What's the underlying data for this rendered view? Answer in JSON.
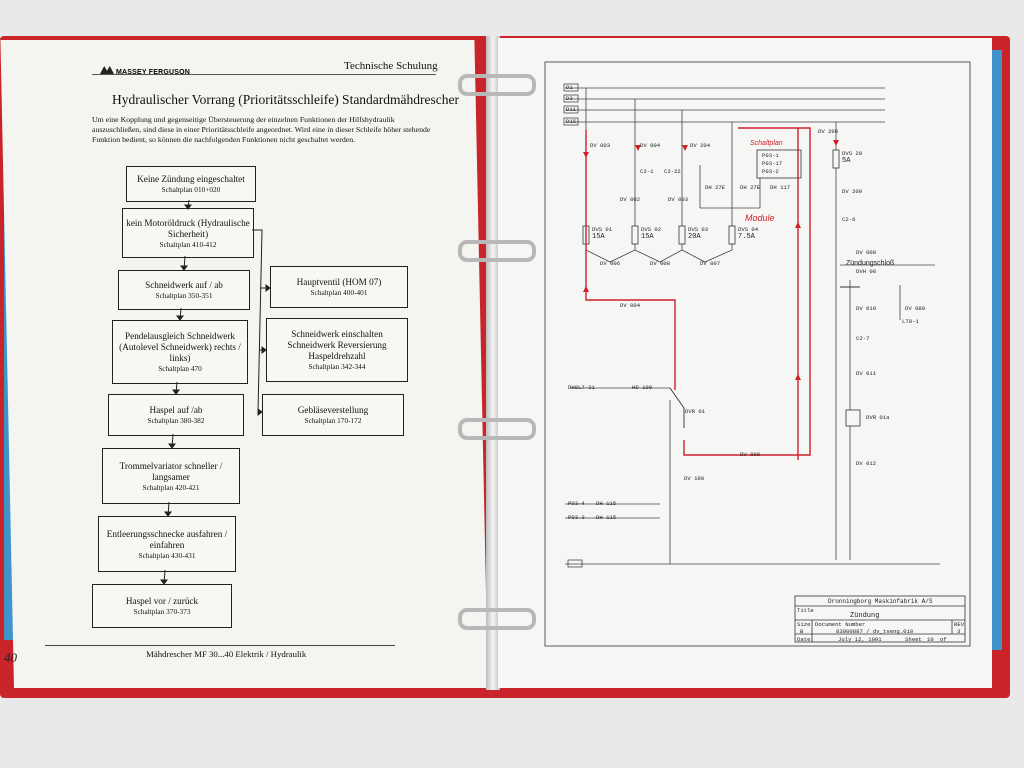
{
  "left_page": {
    "brand": "MASSEY FERGUSON",
    "section": "Technische Schulung",
    "title": "Hydraulischer Vorrang (Prioritätsschleife) Standardmähdrescher",
    "intro": "Um eine Kopplung und gegenseitige Übersteuerung der einzelnen Funktionen der Hilfshydraulik auszuschließen, sind diese in einer Prioritätsschleife angeordnet. Wird eine in dieser Schleife höher stehende Funktion bedient, so können die nachfolgenden Funktionen nicht geschaltet werden.",
    "flow_boxes": [
      {
        "title": "Keine Zündung eingeschaltet",
        "ref": "Schaltplan 010+020"
      },
      {
        "title": "kein Motoröldruck (Hydraulische Sicherheit)",
        "ref": "Schaltplan 410-412"
      },
      {
        "title": "Schneidwerk auf / ab",
        "ref": "Schaltplan 350-351"
      },
      {
        "title": "Pendelausgleich Schneidwerk (Autolevel Schneidwerk) rechts / links)",
        "ref": "Schaltplan 470"
      },
      {
        "title": "Haspel auf /ab",
        "ref": "Schaltplan 380-382"
      },
      {
        "title": "Trommelvariator schneller / langsamer",
        "ref": "Schaltplan 420-421"
      },
      {
        "title": "Entleerungsschnecke ausfahren / einfahren",
        "ref": "Schaltplan 430-431"
      },
      {
        "title": "Haspel vor / zurück",
        "ref": "Schaltplan 370-373"
      }
    ],
    "side_boxes": [
      {
        "title": "Hauptventil (HOM 07)",
        "ref": "Schaltplan 400-401"
      },
      {
        "title": "Schneidwerk einschalten Schneidwerk Reversierung Haspeldrehzahl",
        "ref": "Schaltplan 342-344"
      },
      {
        "title": "Gebläseverstellung",
        "ref": "Schaltplan 170-172"
      }
    ],
    "footer": "Mähdrescher MF 30...40    Elektrik / Hydraulik",
    "page_note": "40"
  },
  "right_page": {
    "bus_labels": [
      "D1",
      "D3",
      "D11",
      "D15"
    ],
    "wire_labels": [
      "DV 003",
      "DV 004",
      "DV 204",
      "DV 200",
      "DV 002",
      "DV 003",
      "DH 27E",
      "DH 27E",
      "DH 117",
      "DV 006",
      "DV 008",
      "DV 007",
      "DV 004",
      "DV 209",
      "DV 008",
      "DV 010",
      "DV 080",
      "DV 011",
      "DV 012",
      "DV 190",
      "DV 008",
      "DH 115",
      "DH 115"
    ],
    "fuses": [
      {
        "name": "DVS 01",
        "rating": "15A"
      },
      {
        "name": "DVS 02",
        "rating": "15A"
      },
      {
        "name": "DVS 03",
        "rating": "20A"
      },
      {
        "name": "DVS 04",
        "rating": "7.5A"
      },
      {
        "name": "DVS 20",
        "rating": "5A"
      }
    ],
    "connectors": [
      "C2-1",
      "C2-22",
      "C2-6",
      "C2-7",
      "P03-1",
      "P03-17",
      "P03-2",
      "DH8L7-31",
      "P03-4",
      "P03-3",
      "LT8-1"
    ],
    "relays": [
      "DVR 01",
      "DVR 01a"
    ],
    "labels": {
      "zuendschloss": "Zündungschloß",
      "dvh": "DVH 08",
      "hd": "HD 198"
    },
    "annotations": {
      "module": "Module",
      "top_note": "Schaltplan"
    },
    "title_block": {
      "company": "Dronningborg Maskinfabrik A/S",
      "title_label": "Title",
      "title": "Zündung",
      "size_label": "Size",
      "docnum_label": "Document Number",
      "rev_label": "REV",
      "size": "B",
      "docnum": "83000887 / dv_tseng.010",
      "rev": "3",
      "date_label": "Date:",
      "date": "July 12, 1991",
      "sheet_label": "Sheet",
      "sheet": "10",
      "of": "of"
    }
  },
  "colors": {
    "binder": "#c9242a",
    "tab": "#3f95c9",
    "annotation": "#d0202a"
  }
}
